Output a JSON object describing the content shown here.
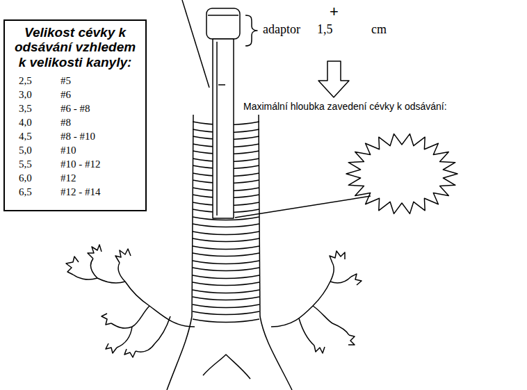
{
  "diagram": {
    "nodes": [
      {
        "text": [
          "Velikost cévky k odsávání vzhledem k velikosti kanyly:"
        ]
      }
    ],
    "labels": [
      "+",
      "adaptor",
      "1,5",
      "cm",
      "Maximální hloubka zavedení cévky k odsávání:",
      "2,5",
      "#5",
      "3,0",
      "#6",
      "3,5",
      "#6 - #8",
      "4,0",
      "#8",
      "4,5",
      "#8 - #10",
      "5,0",
      "#10",
      "5,5",
      "#10 - #12",
      "6,0",
      "#12",
      "6,5",
      "#12 - #14"
    ]
  }
}
